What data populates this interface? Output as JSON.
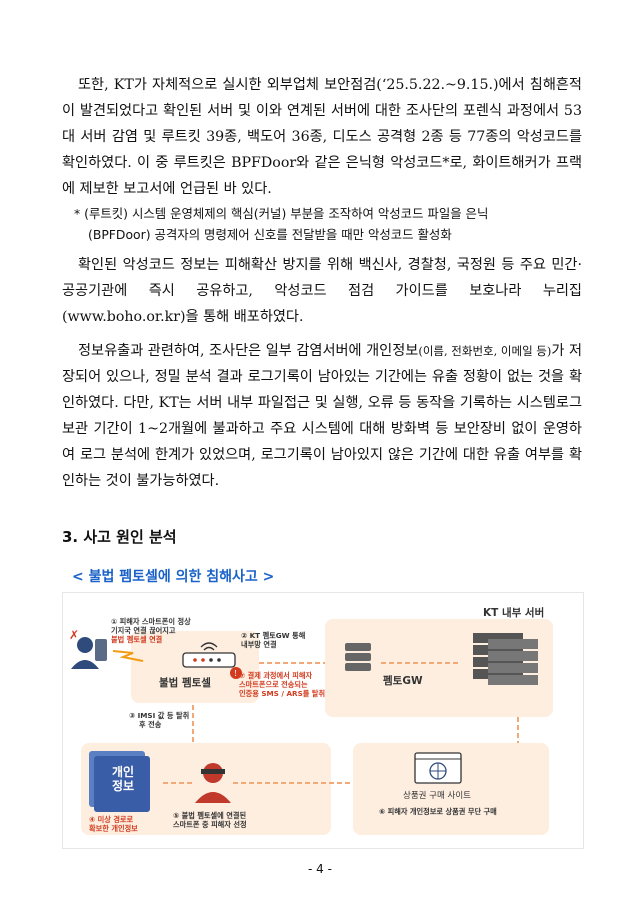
{
  "paragraphs": {
    "p1": "또한, KT가 자체적으로 실시한 외부업체 보안점검(‘25.5.22.~9.15.)에서 침해흔적이 발견되었다고 확인된 서버 및 이와 연계된 서버에 대한 조사단의 포렌식 과정에서 53대 서버 감염 및 루트킷 39종, 백도어 36종, 디도스 공격형 2종 등 77종의 악성코드를 확인하였다. 이 중 루트킷은 BPFDoor와 같은 은닉형 악성코드*로, 화이트해커가 프랙에 제보한 보고서에 언급된 바 있다.",
    "note_line1": "* (루트킷) 시스템 운영체제의 핵심(커널) 부분을 조작하여 악성코드 파일을 은닉",
    "note_line2": "(BPFDoor) 공격자의 명령제어 신호를 전달받을 때만 악성코드 활성화",
    "p2": "확인된 악성코드 정보는 피해확산 방지를 위해 백신사, 경찰청, 국정원 등 주요 민간·공공기관에 즉시 공유하고, 악성코드 점검 가이드를 보호나라 누리집(www.boho.or.kr)을 통해 배포하였다.",
    "p3_a": "정보유출과 관련하여, 조사단은 일부 감염서버에 개인정보",
    "p3_small": "(이름, 전화번호, 이메일 등)",
    "p3_b": "가 저장되어 있으나, 정밀 분석 결과 로그기록이 남아있는 기간에는 유출 정황이 없는 것을 확인하였다. 다만, KT는 서버 내부 파일접근 및 실행, 오류 등 동작을 기록하는 시스템로그 보관 기간이 1~2개월에 불과하고 주요 시스템에 대해 방화벽 등 보안장비 없이 운영하여 로그 분석에 한계가 있었으며, 로그기록이 남아있지 않은 기간에 대한 유출 여부를 확인하는 것이 불가능하였다."
  },
  "section_title": "3. 사고 원인 분석",
  "chart_title": "< 불법 펨토셀에 의한 침해사고 >",
  "diagram": {
    "kt_server_label": "KT 내부 서버",
    "femto_gw_label": "펨토GW",
    "illegal_femto_label": "불법 펨토셀",
    "step1_line1": "① 피해자 스마트폰이 정상",
    "step1_line2": "기지국 연결 끊어지고",
    "step1_line3": "불법 펨토셀 연결",
    "step2_line1": "② KT 펨토GW 통해",
    "step2_line2": "내부망 연결",
    "step3_line1": "③ IMSI 값 등 탈취",
    "step3_line2": "후 전송",
    "step4_line1": "④ 미상 경로로",
    "step4_line2": "확보한 개인정보",
    "step5_line1": "⑤ 불법 펨토셀에 연결된",
    "step5_line2": "스마트폰 중 피해자 선정",
    "step6": "⑥ 피해자 개인정보로 상품권 무단 구매",
    "step7_line1": "⑦ 결제 과정에서 피해자",
    "step7_line2": "스마트폰으로 전송되는",
    "step7_line3": "인증용 SMS / ARS를 탈취",
    "personal_info_line1": "개인",
    "personal_info_line2": "정보",
    "voucher_site": "상품권 구매 사이트"
  },
  "page_number": "- 4 -",
  "colors": {
    "accent_blue": "#1a62c8",
    "zone_bg": "#fdeee0",
    "red": "#d23b1f",
    "line_orange": "#f2a97a"
  }
}
